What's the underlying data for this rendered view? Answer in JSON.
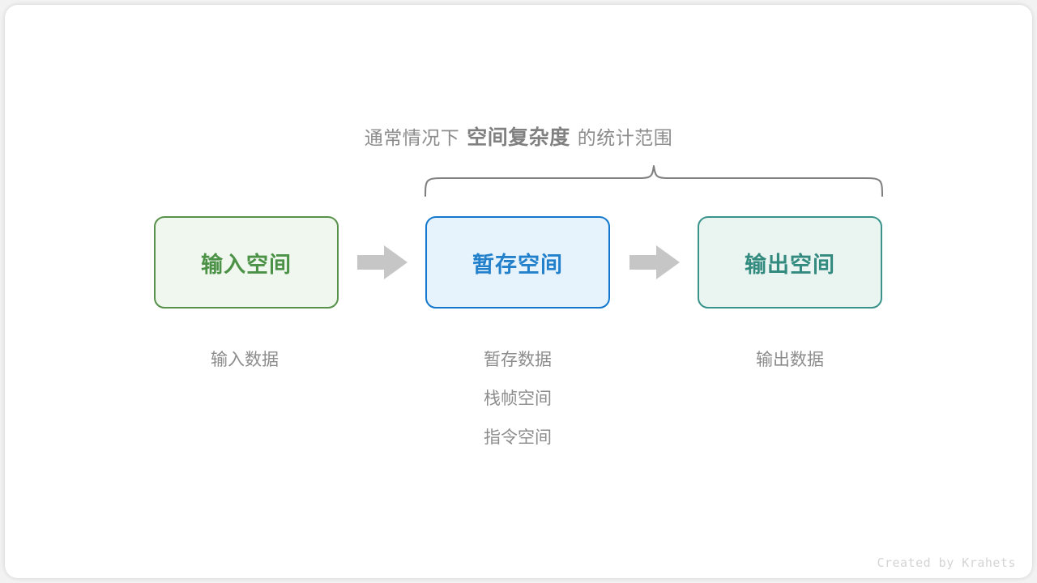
{
  "caption": {
    "prefix": "通常情况下",
    "emphasis": "空间复杂度",
    "suffix": "的统计范围"
  },
  "boxes": [
    {
      "key": "input",
      "label": "输入空间",
      "fill": "#eff7ee",
      "border": "#57924a",
      "text": "#4b9247"
    },
    {
      "key": "temp",
      "label": "暂存空间",
      "fill": "#e6f3fd",
      "border": "#1378cd",
      "text": "#2381cc"
    },
    {
      "key": "output",
      "label": "输出空间",
      "fill": "#eaf5f2",
      "border": "#3a938a",
      "text": "#338a7e"
    }
  ],
  "arrows": [
    {
      "name": "arrow-input-to-temp",
      "color": "#c6c6c6"
    },
    {
      "name": "arrow-temp-to-output",
      "color": "#c6c6c6"
    }
  ],
  "sublabels": {
    "input": [
      "输入数据"
    ],
    "temp": [
      "暂存数据",
      "栈帧空间",
      "指令空间"
    ],
    "output": [
      "输出数据"
    ]
  },
  "brace": {
    "color": "#808080",
    "spans": [
      "temp",
      "output"
    ]
  },
  "watermark": "Created by Krahets",
  "colors": {
    "page_background": "#f2f2f2",
    "card_background": "#ffffff",
    "muted_text": "#8c8c8c",
    "emphasis_text": "#808080"
  }
}
